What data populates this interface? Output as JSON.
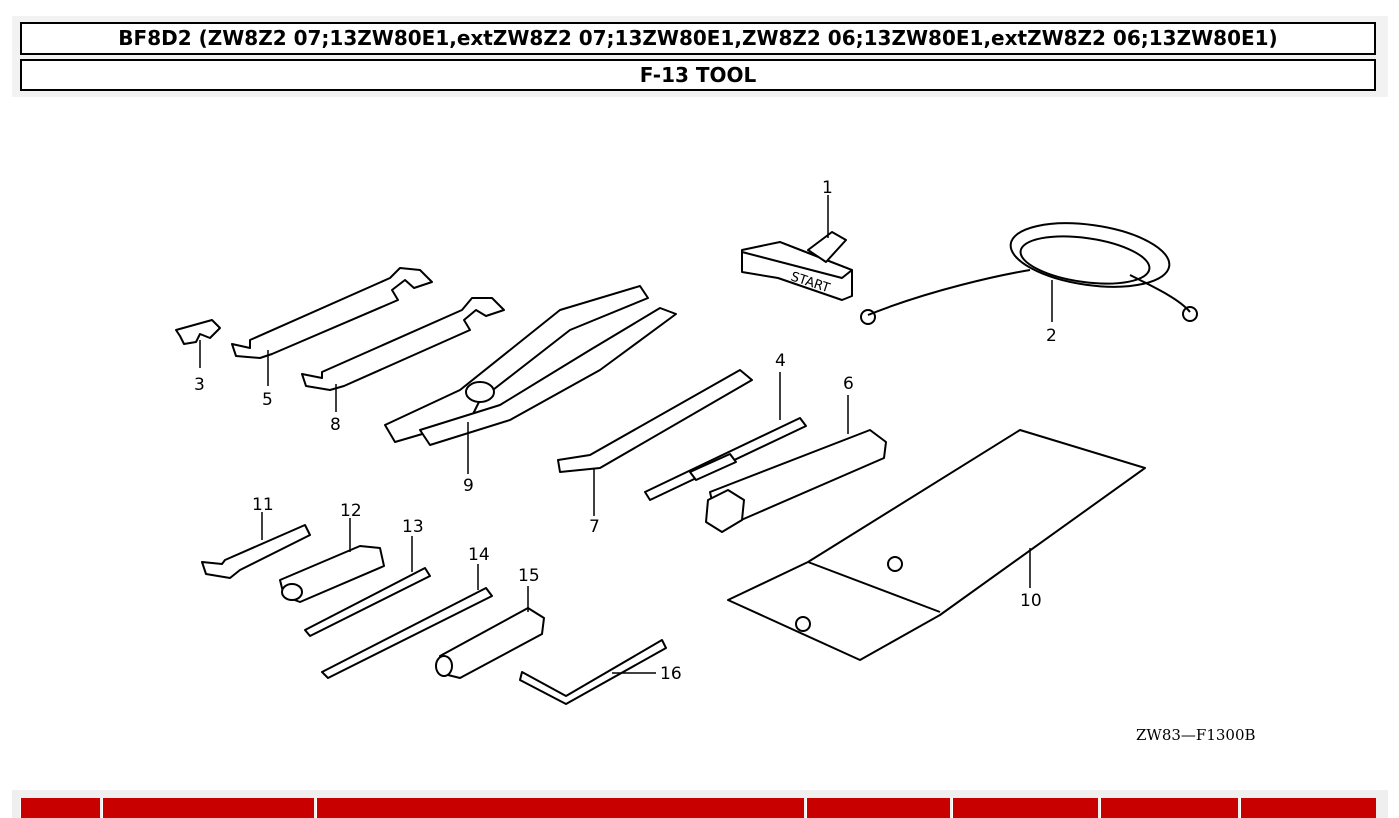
{
  "header": {
    "model_title": "BF8D2 (ZW8Z2 07;13ZW80E1,extZW8Z2 07;13ZW80E1,ZW8Z2 06;13ZW80E1,extZW8Z2 06;13ZW80E1)",
    "section_title": "F-13 TOOL"
  },
  "diagram": {
    "figure_code": "ZW83—F1300B",
    "callouts": [
      "1",
      "2",
      "3",
      "4",
      "5",
      "6",
      "7",
      "8",
      "9",
      "10",
      "11",
      "12",
      "13",
      "14",
      "15",
      "16"
    ],
    "start_label": "START",
    "line_color": "#000000"
  },
  "parts_table": {
    "header_color": "#c80000",
    "columns": [
      "",
      "",
      "",
      "",
      "",
      "",
      ""
    ]
  }
}
